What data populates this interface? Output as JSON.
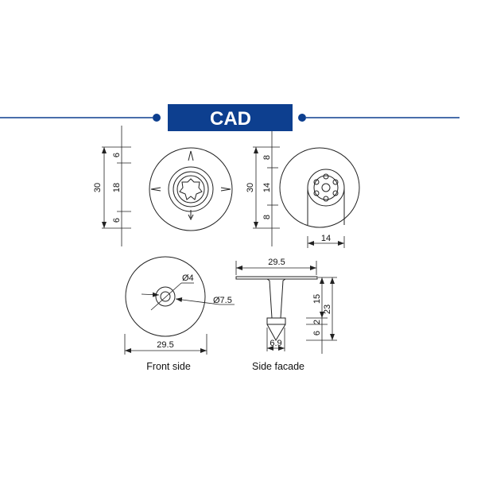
{
  "header": {
    "title": "CAD",
    "accent_color": "#0d3f8f"
  },
  "top_left_view": {
    "dims": {
      "total": "30",
      "top": "6",
      "middle": "18",
      "bottom": "6"
    }
  },
  "top_right_view": {
    "dims": {
      "total": "30",
      "top": "8",
      "middle": "14",
      "bottom": "8",
      "width": "14"
    }
  },
  "front_side": {
    "caption": "Front side",
    "inner_diameter": "Ø4",
    "outer_diameter": "Ø7.5",
    "width": "29.5"
  },
  "side_facade": {
    "caption": "Side facade",
    "width": "29.5",
    "shank_length": "15",
    "total_length": "23",
    "collar": "2",
    "tip": "6",
    "tip_width": "6.9"
  }
}
